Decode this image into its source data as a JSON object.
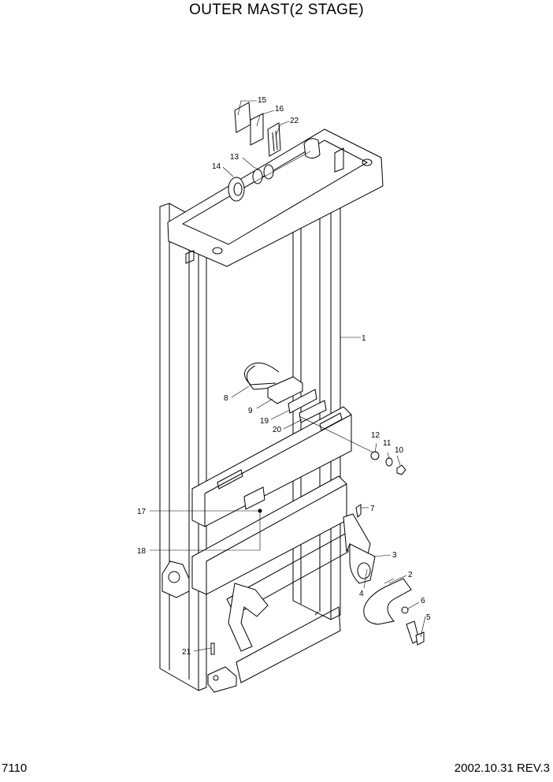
{
  "header": {
    "title": "OUTER MAST(2 STAGE)"
  },
  "footer": {
    "page_code": "7110",
    "revision": "2002.10.31 REV.3"
  },
  "callouts": [
    "1",
    "2",
    "3",
    "4",
    "5",
    "6",
    "7",
    "8",
    "9",
    "10",
    "11",
    "12",
    "13",
    "14",
    "15",
    "16",
    "17",
    "18",
    "19",
    "20",
    "21",
    "22"
  ]
}
